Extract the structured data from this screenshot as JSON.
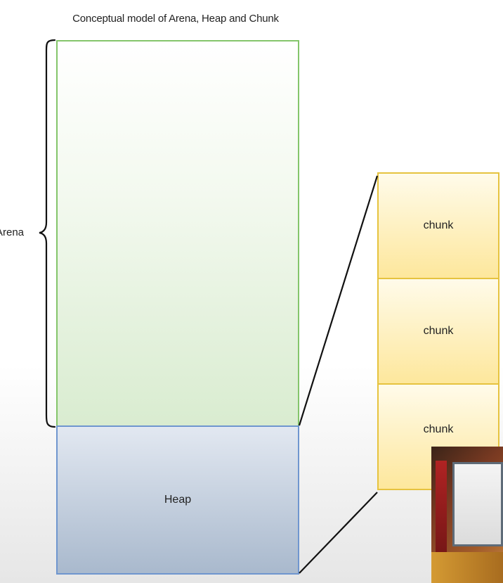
{
  "diagram": {
    "title": "Conceptual model of Arena, Heap and Chunk",
    "arena_label": "Arena",
    "heap_label": "Heap",
    "chunks": [
      {
        "label": "chunk"
      },
      {
        "label": "chunk"
      },
      {
        "label": "chunk"
      }
    ]
  },
  "colors": {
    "arena_border": "#84c56b",
    "heap_border": "#6f96cf",
    "chunk_border": "#e6c33f",
    "brace": "#111111",
    "connector": "#111111"
  },
  "icons": {
    "arena_brace": "curly-brace-icon"
  }
}
